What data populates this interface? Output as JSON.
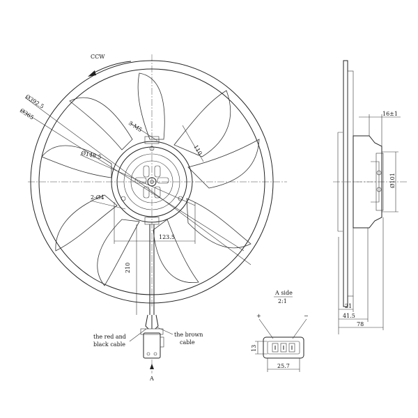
{
  "front_view": {
    "rotation": "CCW",
    "dia_outer": "Ø392.5",
    "dia_ring": "Ø365",
    "dia_motor": "Ø148.5",
    "screws": "3-M5",
    "screw_pitch": "110",
    "holes": "2-Ø4",
    "hub_offset": "123.5",
    "cable_length": "210",
    "view_arrow": "A",
    "label_red_black_1": "the red and",
    "label_red_black_2": "black cable",
    "label_brown_1": "the brown",
    "label_brown_2": "cable"
  },
  "side_view": {
    "dim_boss": "16±1",
    "dim_motor": "Ø101",
    "dim_21": "21",
    "dim_41_5": "41.5",
    "dim_78": "78"
  },
  "detail_view": {
    "title": "A side",
    "scale": "2:1",
    "plus": "+",
    "minus": "−",
    "dim_height": "13",
    "dim_width": "25.7"
  }
}
